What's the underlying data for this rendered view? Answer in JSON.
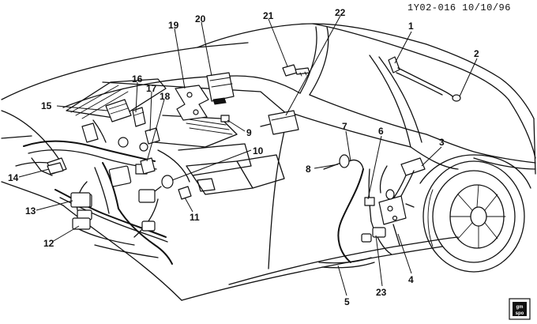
{
  "header": {
    "doc_id": "1Y02-016  10/10/96"
  },
  "callouts": [
    {
      "id": "1",
      "label": "1"
    },
    {
      "id": "2",
      "label": "2"
    },
    {
      "id": "3",
      "label": "3"
    },
    {
      "id": "4",
      "label": "4"
    },
    {
      "id": "5",
      "label": "5"
    },
    {
      "id": "6",
      "label": "6"
    },
    {
      "id": "7",
      "label": "7"
    },
    {
      "id": "8",
      "label": "8"
    },
    {
      "id": "9",
      "label": "9"
    },
    {
      "id": "10",
      "label": "10"
    },
    {
      "id": "11",
      "label": "11"
    },
    {
      "id": "12",
      "label": "12"
    },
    {
      "id": "13",
      "label": "13"
    },
    {
      "id": "14",
      "label": "14"
    },
    {
      "id": "15",
      "label": "15"
    },
    {
      "id": "16",
      "label": "16"
    },
    {
      "id": "17",
      "label": "17"
    },
    {
      "id": "18",
      "label": "18"
    },
    {
      "id": "19",
      "label": "19"
    },
    {
      "id": "20",
      "label": "20"
    },
    {
      "id": "21",
      "label": "21"
    },
    {
      "id": "22",
      "label": "22"
    },
    {
      "id": "23",
      "label": "23"
    }
  ],
  "logo": {
    "text_top": "gm",
    "text_bottom": "spo"
  }
}
